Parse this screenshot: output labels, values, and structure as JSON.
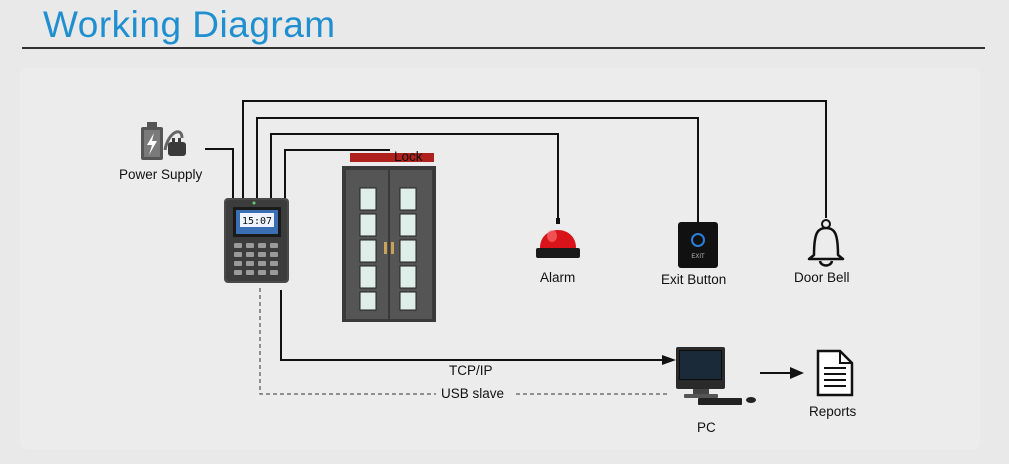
{
  "header": {
    "title": "Working Diagram"
  },
  "labels": {
    "power_supply": "Power Supply",
    "lock": "Lock",
    "alarm": "Alarm",
    "exit_button": "Exit Button",
    "door_bell": "Door Bell",
    "tcp_ip": "TCP/IP",
    "usb_slave": "USB slave",
    "pc": "PC",
    "reports": "Reports"
  },
  "device": {
    "screen_time": "15:07"
  },
  "exit_button_face": "EXIT",
  "colors": {
    "title": "#1f8fd0",
    "alarm": "#d8141a",
    "wire": "#111111"
  },
  "icons": [
    "battery-plug-icon",
    "terminal-device",
    "double-door",
    "alarm-light-icon",
    "exit-button-icon",
    "bell-icon",
    "computer-icon",
    "document-icon"
  ]
}
